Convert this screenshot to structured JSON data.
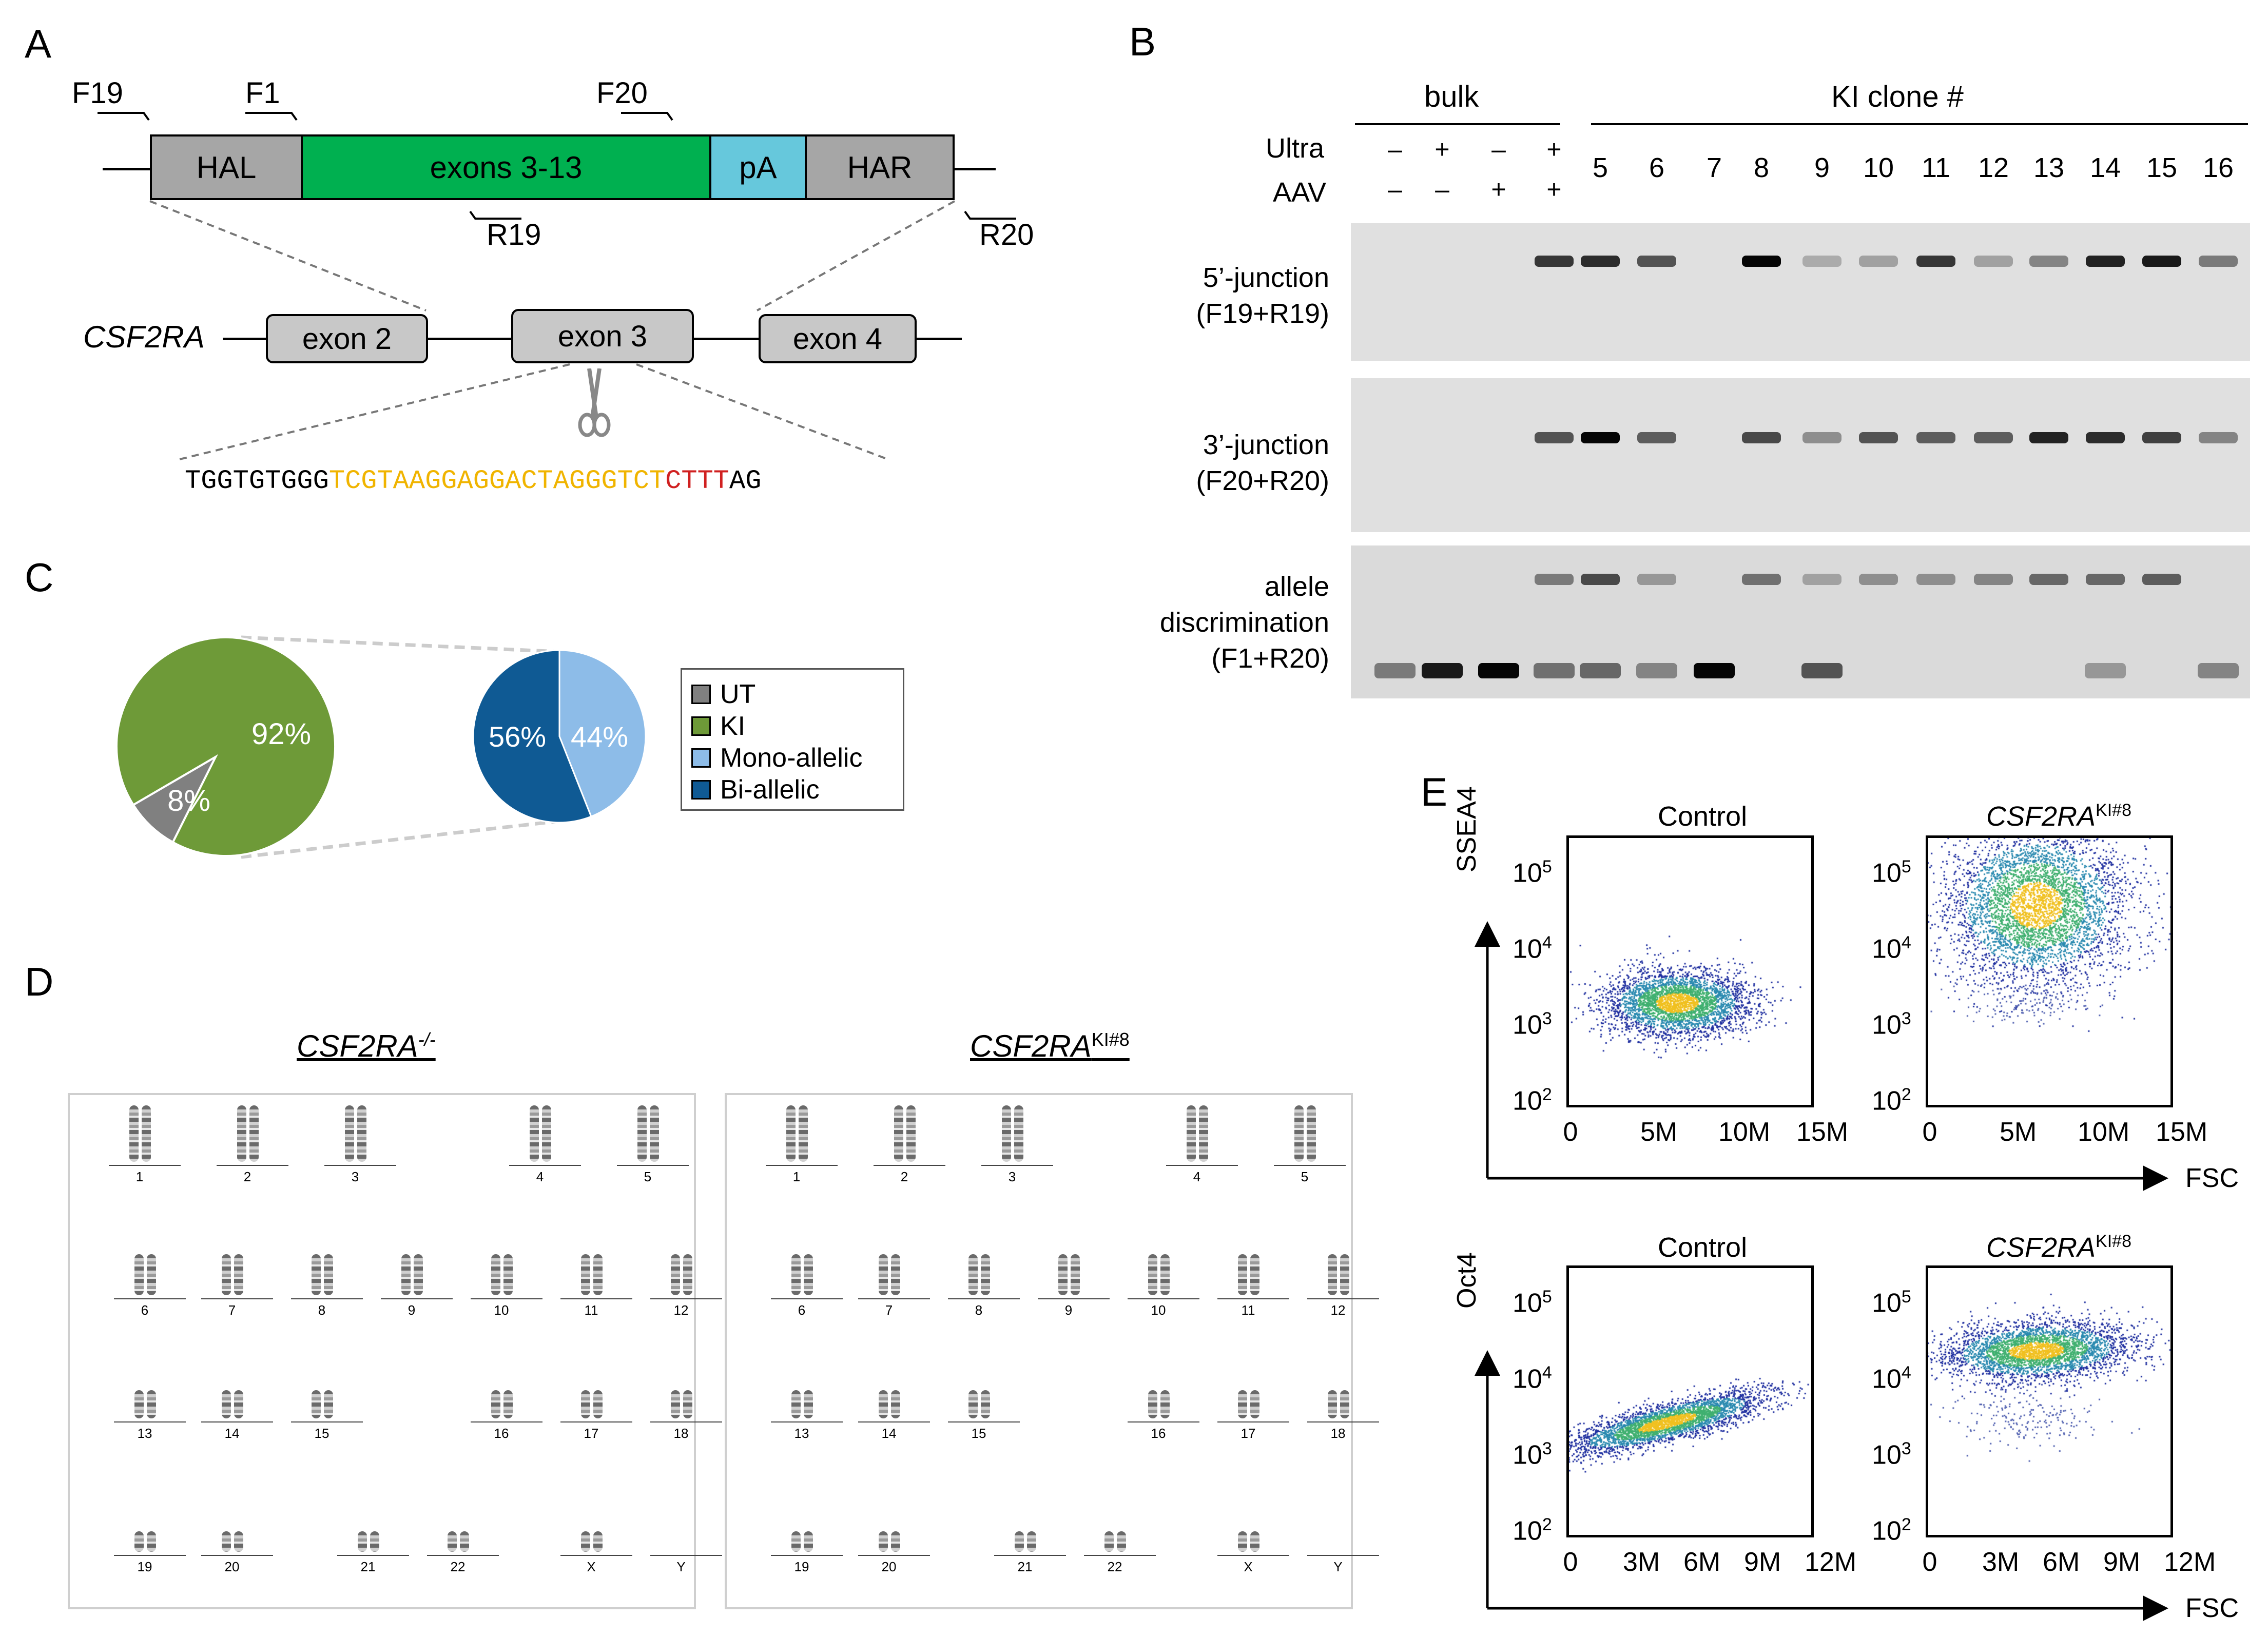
{
  "panelA": {
    "letter": "A",
    "primers": {
      "F19": "F19",
      "F1": "F1",
      "F20": "F20",
      "R19": "R19",
      "R20": "R20"
    },
    "construct": {
      "hal": "HAL",
      "exons": "exons 3-13",
      "pa": "pA",
      "har": "HAR"
    },
    "gene": "CSF2RA",
    "exon2": "exon 2",
    "exon3": "exon 3",
    "exon4": "exon 4",
    "seq_black1": "TGGTGTGGG",
    "seq_yellow": "TCGTAAGGAGGACTAGGGTCT",
    "seq_red": "CTTT",
    "seq_black2": "AG",
    "colors": {
      "hal": "#a6a6a6",
      "exons": "#00b050",
      "pa": "#66c8dc",
      "har": "#a6a6a6",
      "yellow": "#f0b400",
      "red": "#d02020"
    }
  },
  "panelB": {
    "letter": "B",
    "bulk": "bulk",
    "kiclone": "KI clone #",
    "ultra": "Ultra",
    "aav": "AAV",
    "ultra_signs": [
      "–",
      "+",
      "–",
      "+"
    ],
    "aav_signs": [
      "–",
      "–",
      "+",
      "+"
    ],
    "clones": [
      "5",
      "6",
      "7",
      "8",
      "9",
      "10",
      "11",
      "12",
      "13",
      "14",
      "15",
      "16"
    ],
    "gel1_l1": "5’-junction",
    "gel1_l2": "(F19+R19)",
    "gel2_l1": "3’-junction",
    "gel2_l2": "(F20+R20)",
    "gel3_l1": "allele",
    "gel3_l2": "discrimination",
    "gel3_l3": "(F1+R20)"
  },
  "panelC": {
    "letter": "C",
    "chart_data": [
      {
        "type": "pie",
        "values": [
          92,
          8
        ],
        "labels": [
          "92%",
          "8%"
        ],
        "categories": [
          "KI",
          "UT"
        ],
        "colors": [
          "#6e9a38",
          "#808080"
        ]
      },
      {
        "type": "pie",
        "values": [
          56,
          44
        ],
        "labels": [
          "56%",
          "44%"
        ],
        "categories": [
          "Bi-allelic",
          "Mono-allelic"
        ],
        "colors": [
          "#0f5a94",
          "#8dbce8"
        ]
      }
    ],
    "legend": [
      {
        "label": "UT",
        "color": "#808080"
      },
      {
        "label": "KI",
        "color": "#6e9a38"
      },
      {
        "label": "Mono-allelic",
        "color": "#8dbce8"
      },
      {
        "label": "Bi-allelic",
        "color": "#0f5a94"
      }
    ]
  },
  "panelD": {
    "letter": "D",
    "title_left": "CSF2RA",
    "title_left_sup": "-/-",
    "title_right": "CSF2RA",
    "title_right_sup": "KI#8",
    "chromosomes": [
      "1",
      "2",
      "3",
      "4",
      "5",
      "6",
      "7",
      "8",
      "9",
      "10",
      "11",
      "12",
      "13",
      "14",
      "15",
      "16",
      "17",
      "18",
      "19",
      "20",
      "21",
      "22",
      "X",
      "Y"
    ]
  },
  "panelE": {
    "letter": "E",
    "control": "Control",
    "ki_gene": "CSF2RA",
    "ki_sup": "KI#8",
    "ylabel_top": "SSEA4",
    "ylabel_bottom": "Oct4",
    "xlabel": "FSC",
    "yticks": [
      "10",
      "10",
      "10",
      "10"
    ],
    "yticks_exp": [
      "5",
      "4",
      "3",
      "2"
    ],
    "xticks_top": [
      "0",
      "5M",
      "10M",
      "15M"
    ],
    "xticks_bottom": [
      "0",
      "3M",
      "6M",
      "9M",
      "12M"
    ]
  }
}
